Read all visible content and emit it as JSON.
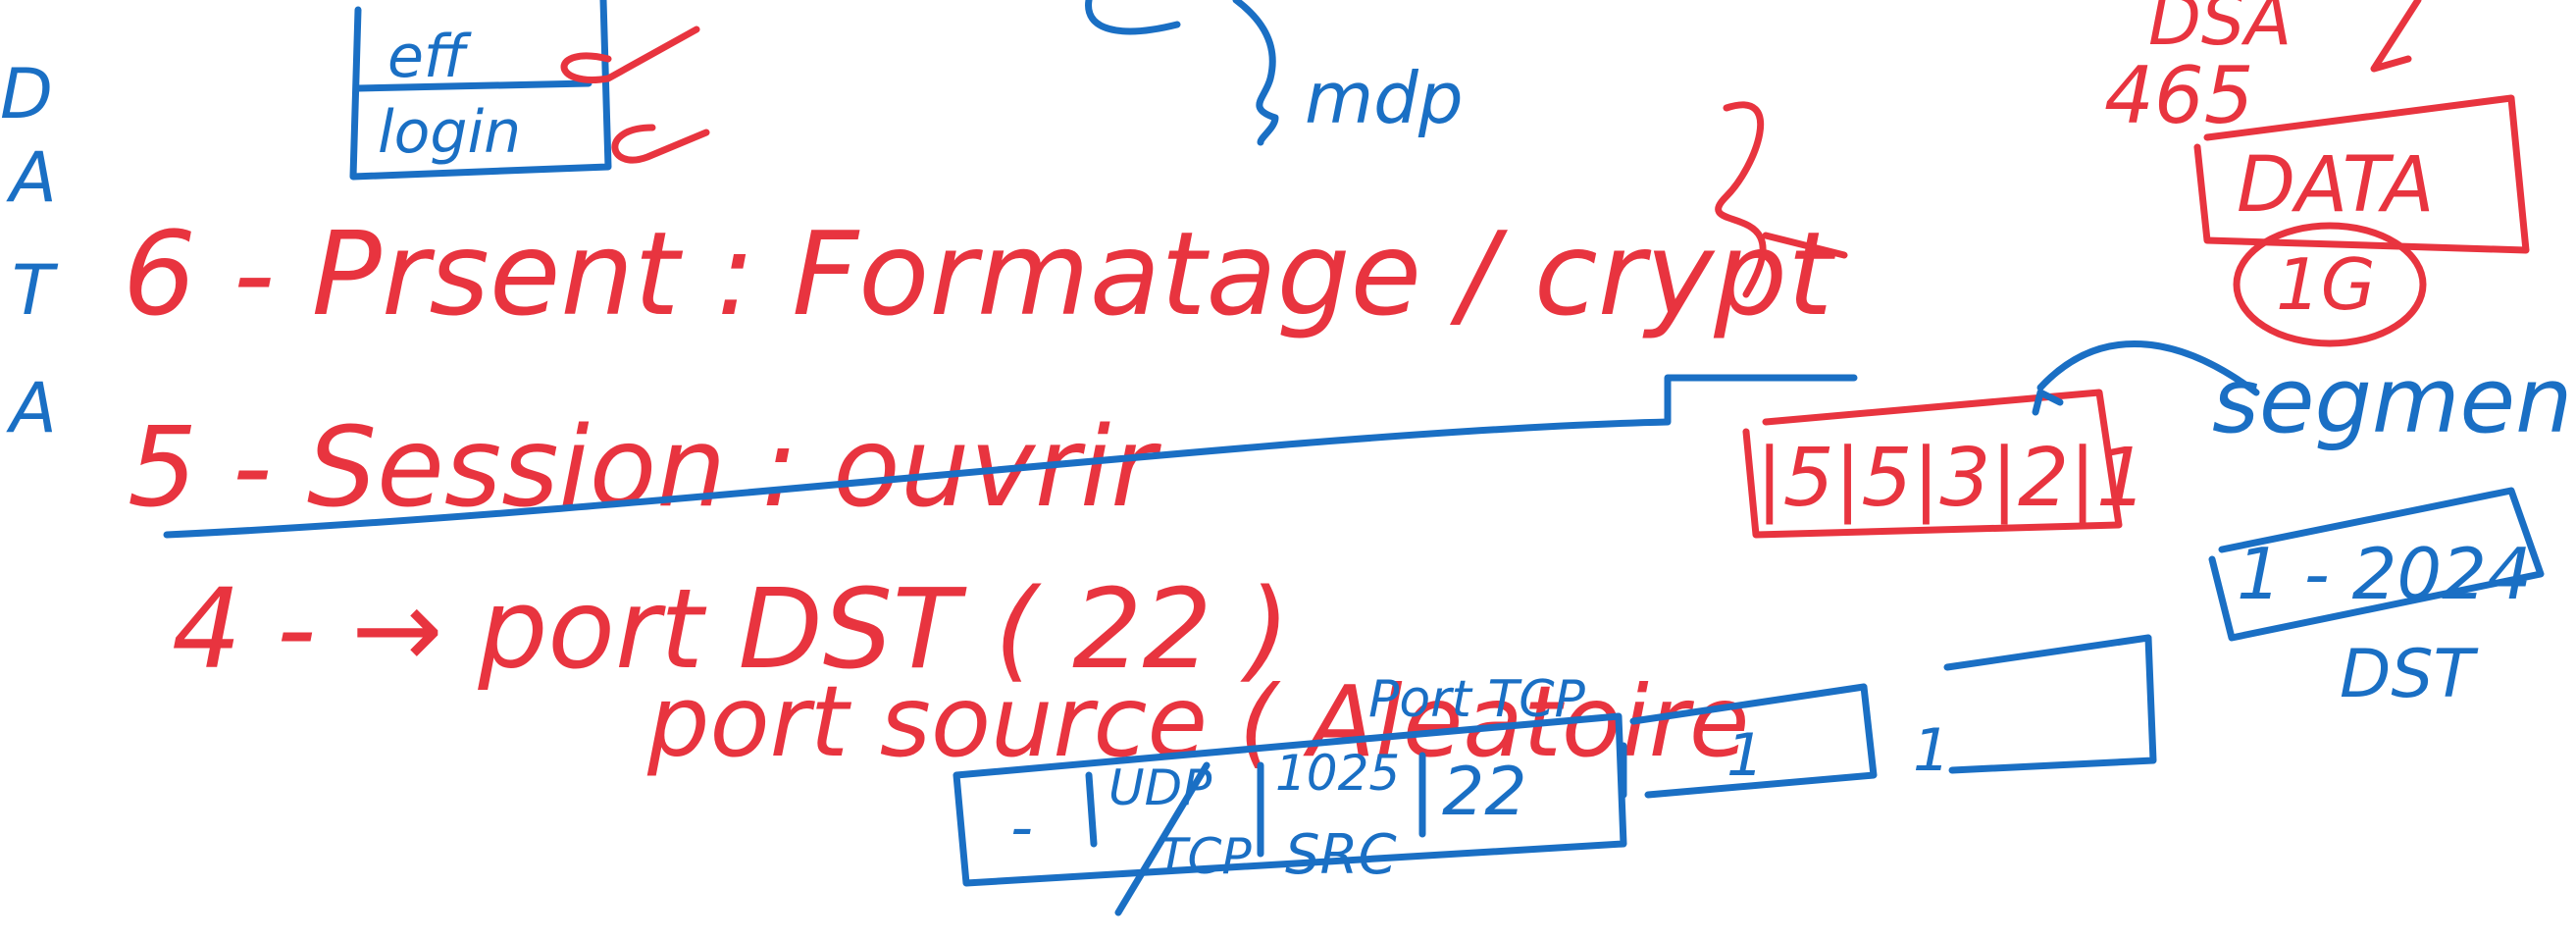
{
  "colors": {
    "red_ink": "#e8343f",
    "blue_ink": "#1a6fc4",
    "background": "#ffffff"
  },
  "side_label": {
    "letters": [
      "D",
      "A",
      "T",
      "A"
    ]
  },
  "top_left_box": {
    "line1": "eff",
    "line2": "login"
  },
  "top_center": {
    "label": "mdp"
  },
  "top_right": {
    "top": "DSA",
    "number": "465",
    "box_label": "DATA",
    "circle_label": "1G"
  },
  "layers": {
    "layer6": "6 - Prsent : Formatage / crypt",
    "layer5": "5 - Session : ouvrir",
    "layer4_line1": "4 - → port DST ( 22 )",
    "layer4_line2": "port source ( Aleatoire"
  },
  "segment_area": {
    "stack": "|5|5|3|2|1",
    "label": "segment",
    "box": "1 - 2024",
    "box_sub": "DST"
  },
  "packet": {
    "heading": "Port TCP",
    "cell1": "-",
    "cell2_top": "UDP",
    "cell2_bottom": "TCP",
    "cell3_top": "1025",
    "cell3_bottom": "SRC",
    "cell4": "22",
    "cell5": "1",
    "cell6": "1"
  }
}
